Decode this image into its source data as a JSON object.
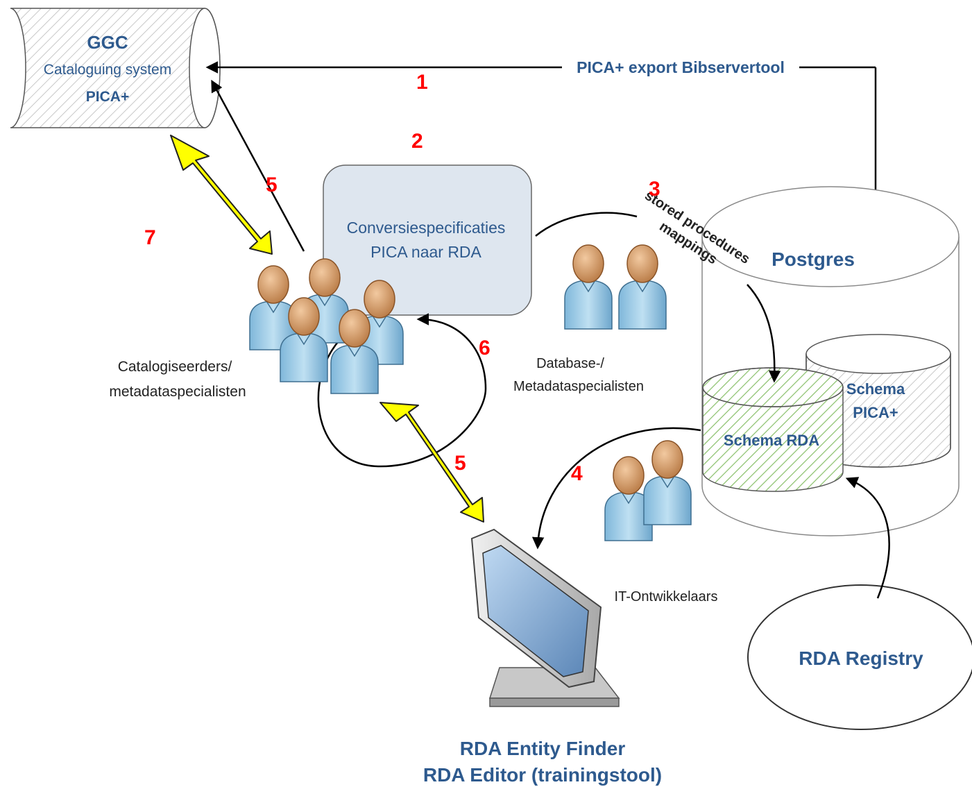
{
  "ggc": {
    "title": "GGC",
    "subtitle": "Cataloguing system",
    "format": "PICA+"
  },
  "export_label": "PICA+ export Bibservertool",
  "conversion": {
    "line1": "Conversiespecificaties",
    "line2": "PICA naar RDA"
  },
  "stored_procedures": {
    "line1": "stored procedures",
    "line2": "mappings"
  },
  "postgres": {
    "title": "Postgres"
  },
  "schema_pica": {
    "line1": "Schema",
    "line2": "PICA+"
  },
  "schema_rda": {
    "label": "Schema RDA"
  },
  "registry": {
    "label": "RDA Registry"
  },
  "roles": {
    "catalogers": {
      "line1": "Catalogiseerders/",
      "line2": "metadataspecialisten"
    },
    "database": {
      "line1": "Database-/",
      "line2": "Metadataspecialisten"
    },
    "it": {
      "label": "IT-Ontwikkelaars"
    }
  },
  "tools": {
    "line1": "RDA Entity Finder",
    "line2": "RDA Editor (trainingstool)"
  },
  "steps": {
    "s1": "1",
    "s2": "2",
    "s3": "3",
    "s4": "4",
    "s5a": "5",
    "s5b": "5",
    "s6": "6",
    "s7": "7"
  },
  "colors": {
    "label_blue": "#2E5A8E",
    "step_red": "#FF0000",
    "arrow_yellow": "#FFFF00",
    "rda_hatch": "#8DC26F",
    "conversion_fill": "#DEE6EF"
  }
}
